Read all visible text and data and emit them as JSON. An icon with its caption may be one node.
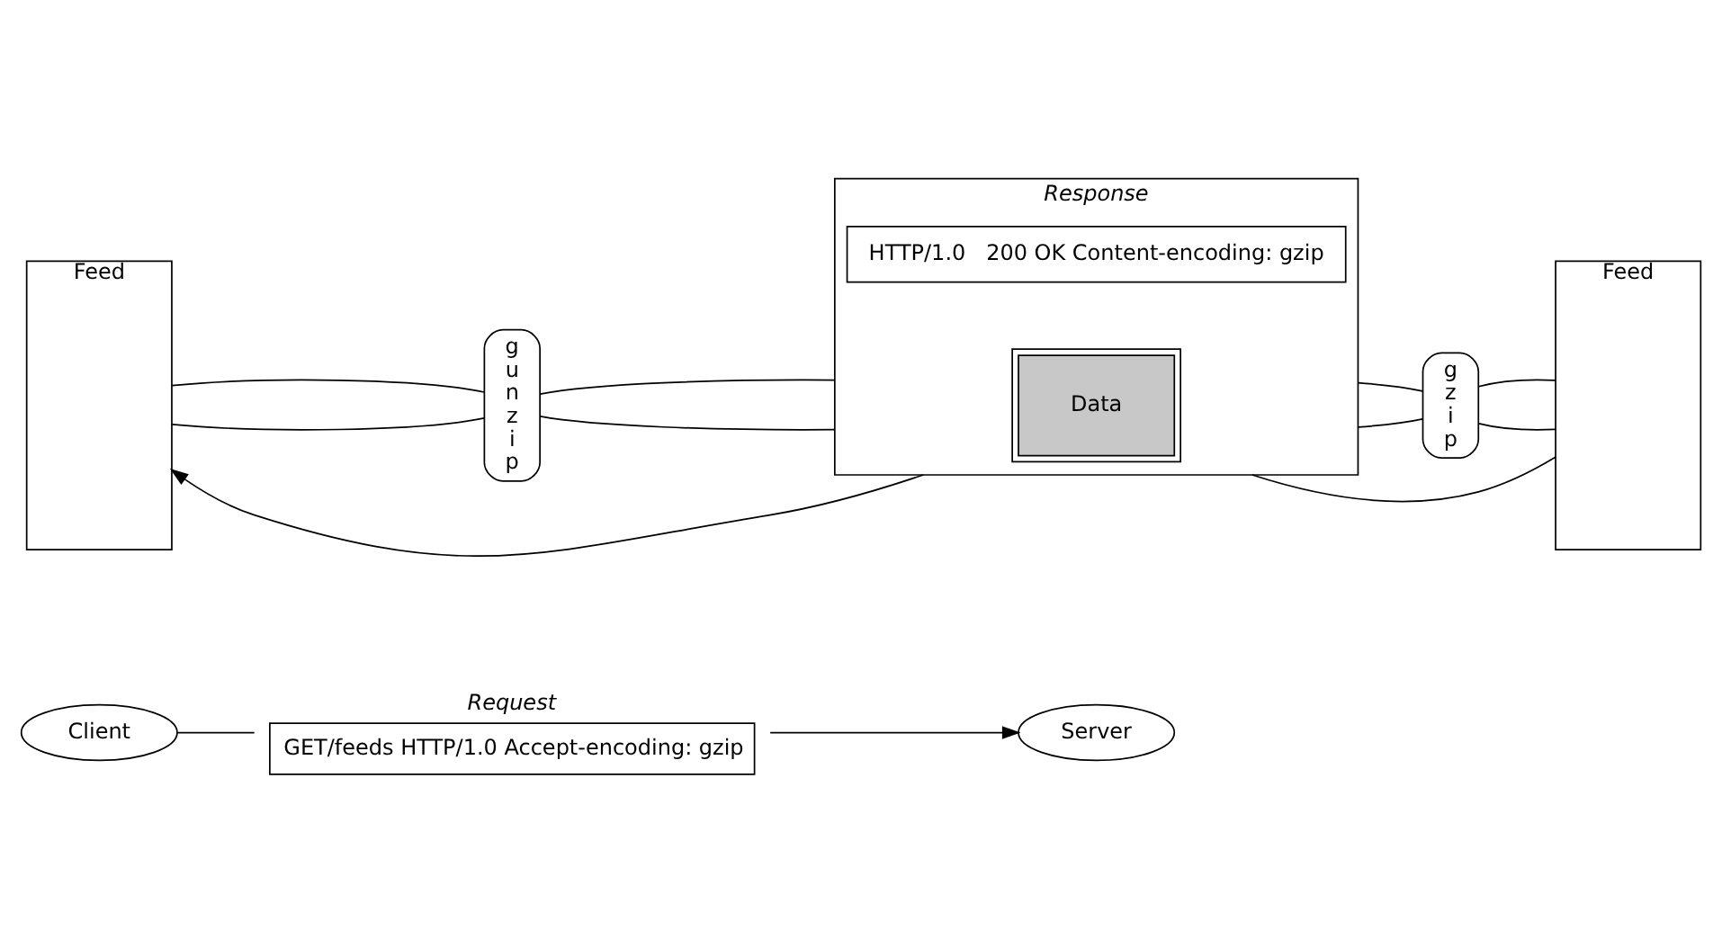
{
  "diagram": {
    "nodes": [
      {
        "text": [
          "Client"
        ]
      },
      {
        "text": [
          "Request",
          "GET/feeds HTTP/1.0 Accept-encoding: gzip"
        ]
      },
      {
        "text": [
          "Server"
        ]
      },
      {
        "text": [
          "Feed"
        ]
      },
      {
        "text": [
          "gunzip"
        ]
      },
      {
        "text": [
          "Response"
        ]
      },
      {
        "text": [
          "HTTP/1.0   200 OK Content-encoding: gzip"
        ],
        "in": 5
      },
      {
        "text": [
          "Data"
        ],
        "in": 5
      },
      {
        "text": [
          "gzip"
        ]
      },
      {
        "text": [
          "Feed"
        ]
      }
    ],
    "edges": [
      {
        "from": 0,
        "to": 1,
        "arrow": "none"
      },
      {
        "from": 1,
        "to": 2,
        "arrow": "to"
      },
      {
        "from": 9,
        "to": 5,
        "arrow": "none"
      },
      {
        "from": 5,
        "to": 3,
        "arrow": "to"
      },
      {
        "from": 3,
        "to": 4,
        "arrow": "none"
      },
      {
        "from": 3,
        "to": 4,
        "arrow": "none"
      },
      {
        "from": 4,
        "to": 5,
        "arrow": "none"
      },
      {
        "from": 4,
        "to": 5,
        "arrow": "none"
      },
      {
        "from": 5,
        "to": 8,
        "arrow": "none"
      },
      {
        "from": 5,
        "to": 8,
        "arrow": "none"
      },
      {
        "from": 8,
        "to": 9,
        "arrow": "none"
      },
      {
        "from": 8,
        "to": 9,
        "arrow": "none"
      }
    ]
  }
}
